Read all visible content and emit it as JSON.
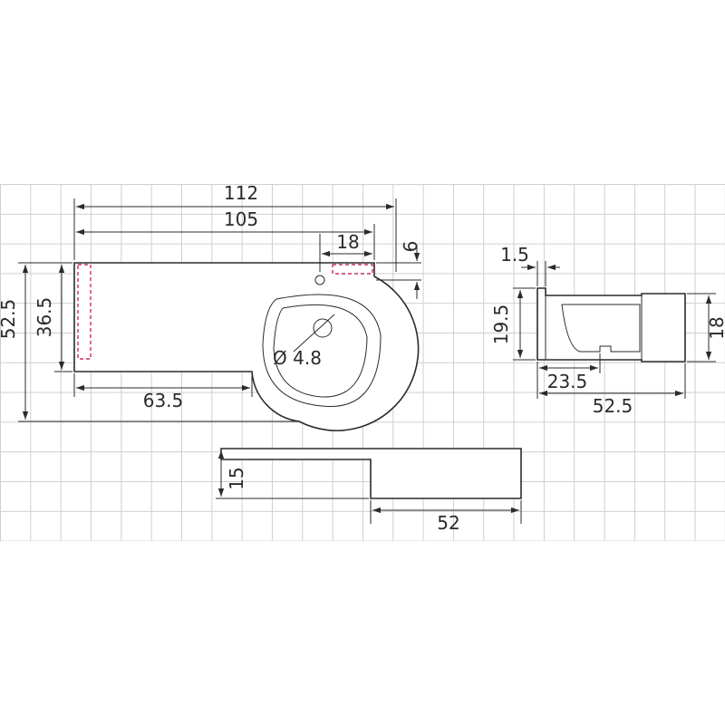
{
  "dimensions": {
    "top_total": "112",
    "top_inner": "105",
    "tap_zone": "18",
    "tap_offset": "6",
    "overall_depth": "52.5",
    "left_depth": "36.5",
    "left_width": "63.5",
    "drain_diameter": "Ø 4.8",
    "side_wall": "1.5",
    "side_height": "19.5",
    "side_basin_depth": "23.5",
    "side_total_depth": "52.5",
    "side_front_height": "18",
    "front_height": "15",
    "front_basin_width": "52"
  },
  "colors": {
    "line": "#2b2b2b",
    "grid": "#cfcfcf",
    "hidden_edge": "#c0335a"
  }
}
